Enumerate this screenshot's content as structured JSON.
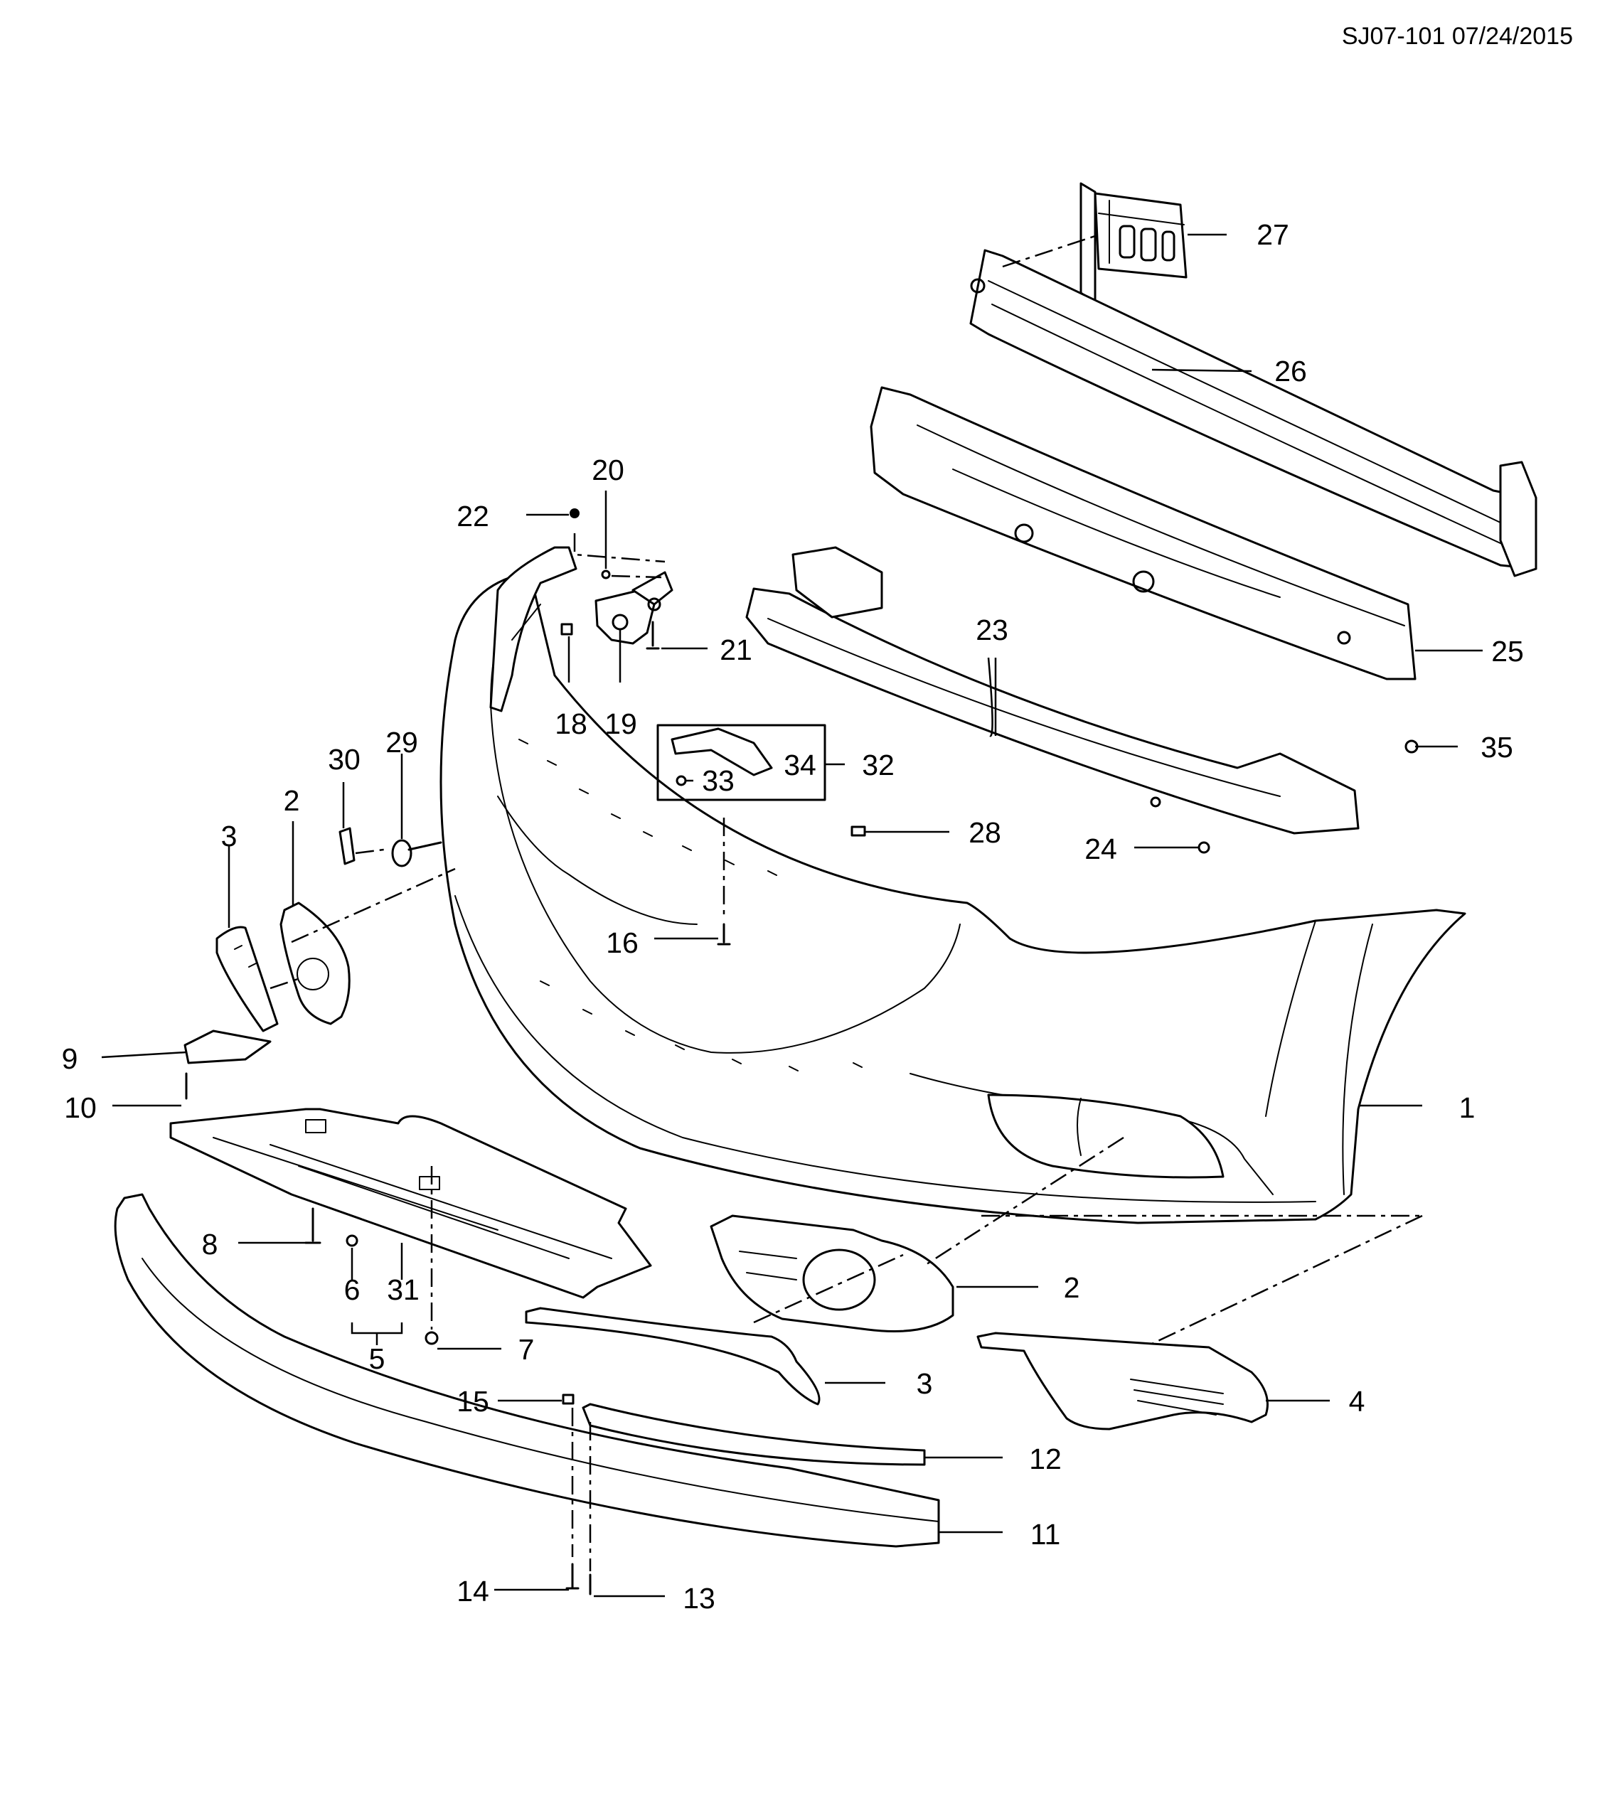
{
  "header": {
    "drawing_id": "SJ07-101 07/24/2015"
  },
  "callouts": {
    "c1": "1",
    "c2a": "2",
    "c2b": "2",
    "c3a": "3",
    "c3b": "3",
    "c4": "4",
    "c5": "5",
    "c6": "6",
    "c7": "7",
    "c8": "8",
    "c9": "9",
    "c10": "10",
    "c11": "11",
    "c12": "12",
    "c13": "13",
    "c14": "14",
    "c15": "15",
    "c16": "16",
    "c18": "18",
    "c19": "19",
    "c20": "20",
    "c21": "21",
    "c22": "22",
    "c23": "23",
    "c24": "24",
    "c25": "25",
    "c26": "26",
    "c27": "27",
    "c28": "28",
    "c29": "29",
    "c30": "30",
    "c31": "31",
    "c32": "32",
    "c33": "33",
    "c34": "34",
    "c35": "35"
  }
}
